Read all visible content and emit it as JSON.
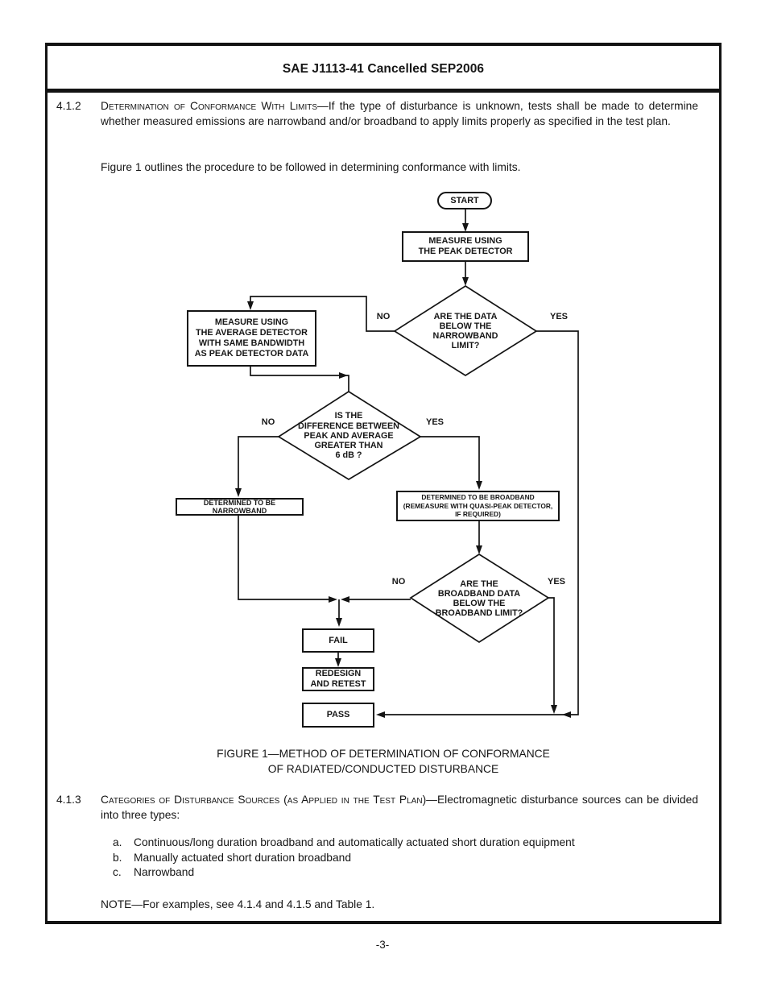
{
  "header": {
    "title": "SAE J1113-41 Cancelled SEP2006"
  },
  "sections": {
    "s412": {
      "number": "4.1.2",
      "heading": "Determination of Conformance With Limits",
      "body": "—If the type of disturbance is unknown, tests shall be made to determine whether measured emissions are narrowband and/or broadband to apply limits properly as specified in the test plan.",
      "figure_intro": "Figure 1 outlines the procedure to be followed in determining conformance with limits."
    },
    "s413": {
      "number": "4.1.3",
      "heading": "Categories of Disturbance Sources (as Applied in the Test Plan)",
      "body": "—Electromagnetic disturbance sources can be divided into three types:",
      "list": [
        {
          "letter": "a.",
          "text": "Continuous/long duration broadband and automatically actuated short duration equipment"
        },
        {
          "letter": "b.",
          "text": "Manually actuated short duration broadband"
        },
        {
          "letter": "c.",
          "text": "Narrowband"
        }
      ],
      "note": "NOTE—For examples, see 4.1.4 and 4.1.5 and Table 1."
    }
  },
  "flowchart": {
    "start": "START",
    "peak_box": "MEASURE USING\nTHE PEAK DETECTOR",
    "narrowband_decision": "ARE THE DATA\nBELOW THE\nNARROWBAND\nLIMIT?",
    "average_box": "MEASURE USING\nTHE AVERAGE DETECTOR\nWITH SAME BANDWIDTH\nAS PEAK DETECTOR DATA",
    "difference_decision": "IS THE\nDIFFERENCE BETWEEN\nPEAK AND AVERAGE\nGREATER THAN\n6 dB ?",
    "narrowband_box": "DETERMINED TO BE NARROWBAND",
    "broadband_box": "DETERMINED TO BE BROADBAND\n(REMEASURE WITH QUASI-PEAK DETECTOR,\nIF REQUIRED)",
    "broadband_decision": "ARE THE\nBROADBAND DATA\nBELOW THE\nBROADBAND LIMIT?",
    "fail_box": "FAIL",
    "redesign_box": "REDESIGN\nAND RETEST",
    "pass_box": "PASS",
    "labels": {
      "no": "NO",
      "yes": "YES"
    }
  },
  "figure_caption": "FIGURE 1—METHOD OF DETERMINATION OF CONFORMANCE\nOF RADIATED/CONDUCTED DISTURBANCE",
  "page_number": "-3-",
  "colors": {
    "ink": "#161616",
    "paper": "#ffffff"
  }
}
